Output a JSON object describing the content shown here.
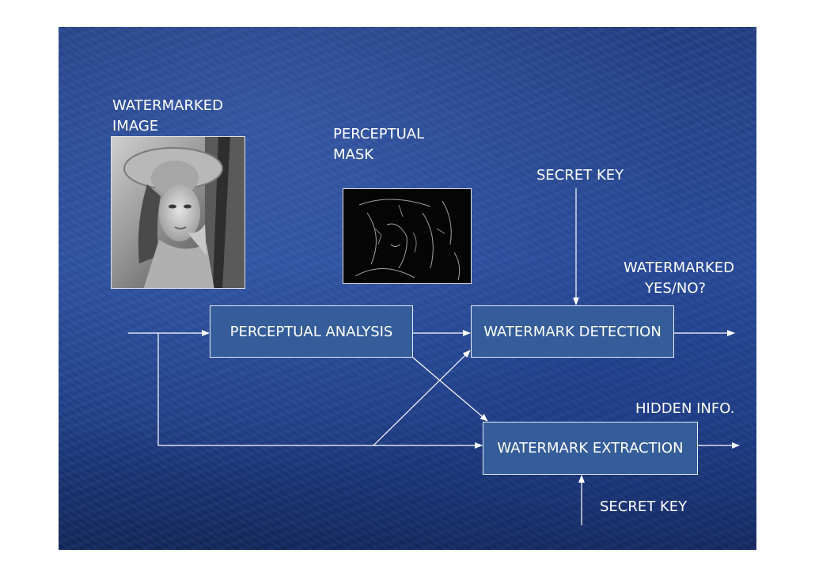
{
  "labels": {
    "watermarked_image_1": "WATERMARKED",
    "watermarked_image_2": "IMAGE",
    "perceptual_mask_1": "PERCEPTUAL",
    "perceptual_mask_2": "MASK",
    "secret_key_top": "SECRET KEY",
    "watermarked_yesno_1": "WATERMARKED",
    "watermarked_yesno_2": "YES/NO?",
    "hidden_info": "HIDDEN INFO.",
    "secret_key_bottom": "SECRET KEY"
  },
  "boxes": {
    "perceptual_analysis": "PERCEPTUAL ANALYSIS",
    "watermark_detection": "WATERMARK DETECTION",
    "watermark_extraction": "WATERMARK EXTRACTION"
  },
  "colors": {
    "background": "#2a4e9e",
    "box_fill": "#345d99",
    "line": "#ffffff"
  }
}
